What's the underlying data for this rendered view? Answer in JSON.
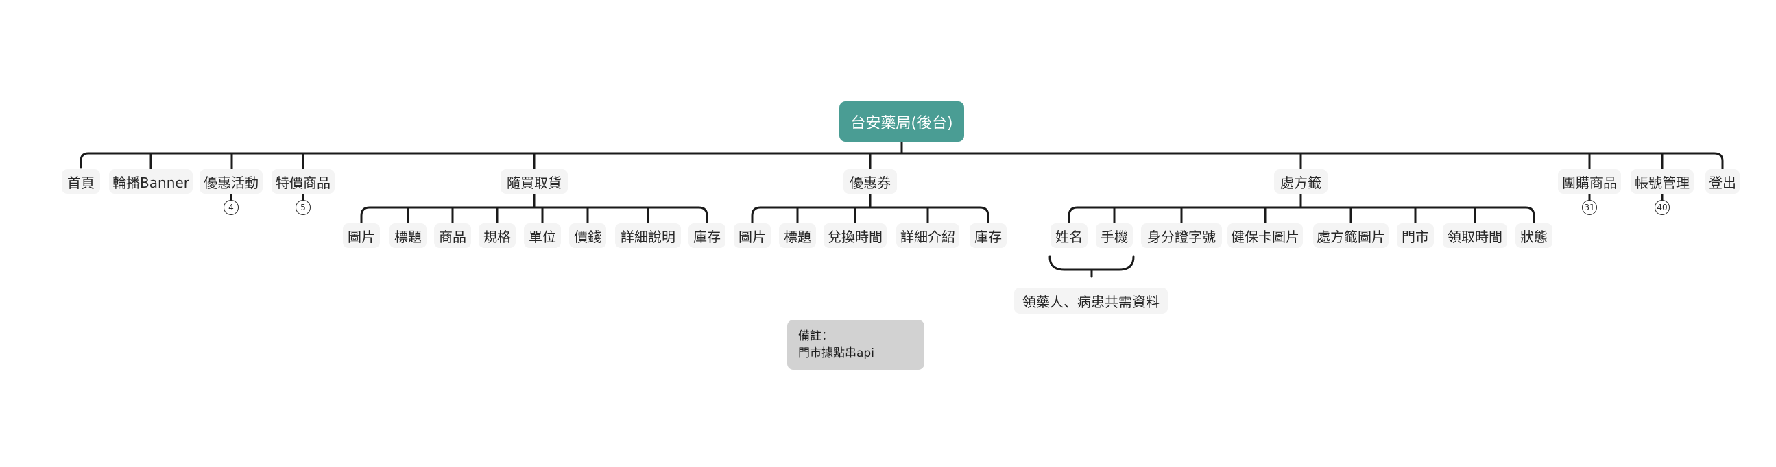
{
  "root": {
    "label": "台安藥局(後台)"
  },
  "branches": {
    "home": {
      "label": "首頁"
    },
    "banner": {
      "label": "輪播Banner"
    },
    "promo": {
      "label": "優惠活動",
      "badge": "4"
    },
    "special": {
      "label": "特價商品",
      "badge": "5"
    },
    "buy": {
      "label": "隨買取貨",
      "children": [
        "圖片",
        "標題",
        "商品",
        "規格",
        "單位",
        "價錢",
        "詳細說明",
        "庫存"
      ]
    },
    "coupon": {
      "label": "優惠券",
      "children": [
        "圖片",
        "標題",
        "兌換時間",
        "詳細介紹",
        "庫存"
      ]
    },
    "rx": {
      "label": "處方籤",
      "children": [
        "姓名",
        "手機",
        "身分證字號",
        "健保卡圖片",
        "處方籤圖片",
        "門市",
        "領取時間",
        "狀態"
      ],
      "summary": "領藥人、病患共需資料"
    },
    "group": {
      "label": "團購商品",
      "badge": "31"
    },
    "account": {
      "label": "帳號管理",
      "badge": "40"
    },
    "logout": {
      "label": "登出"
    }
  },
  "note": {
    "line1": "備註：",
    "line2": "門市據點串api"
  }
}
